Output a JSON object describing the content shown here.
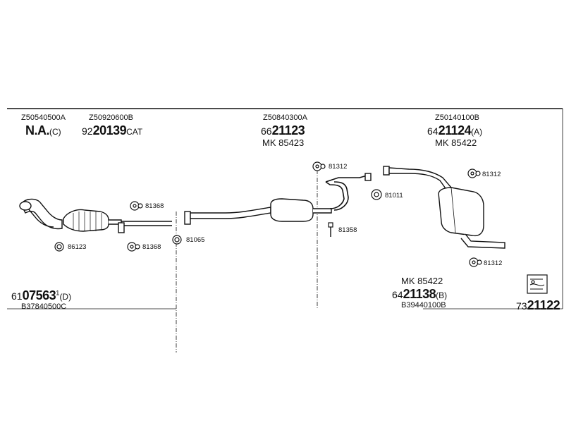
{
  "header_codes": {
    "z1": "Z50540500A",
    "z2": "Z50920600B",
    "z3": "Z50840300A",
    "z4": "Z50140100B"
  },
  "parts": {
    "na": {
      "main": "N.A.",
      "suffix": "(C)"
    },
    "p2": {
      "prefix": "92",
      "main": "20139",
      "suffix": "CAT"
    },
    "p3": {
      "prefix": "66",
      "main": "21123",
      "mk": "MK 85423"
    },
    "p4": {
      "prefix": "64",
      "main": "21124",
      "suffix": "(A)",
      "mk": "MK 85422"
    },
    "p5": {
      "prefix": "61",
      "main": "07563",
      "sup": "1",
      "suffix": "(D)",
      "code": "B37840500C"
    },
    "p6": {
      "mk": "MK 85422",
      "prefix": "64",
      "main": "21138",
      "suffix": "(B)",
      "code": "B39440100B"
    },
    "p7": {
      "prefix": "73",
      "main": "21122"
    }
  },
  "small_parts": {
    "a": "81312",
    "b": "81011",
    "c": "81368",
    "d": "81368",
    "e": "81358",
    "f": "86123",
    "g": "81065",
    "h": "81312",
    "i": "81312"
  },
  "icon": {
    "name": "exhaust-kit-icon"
  }
}
